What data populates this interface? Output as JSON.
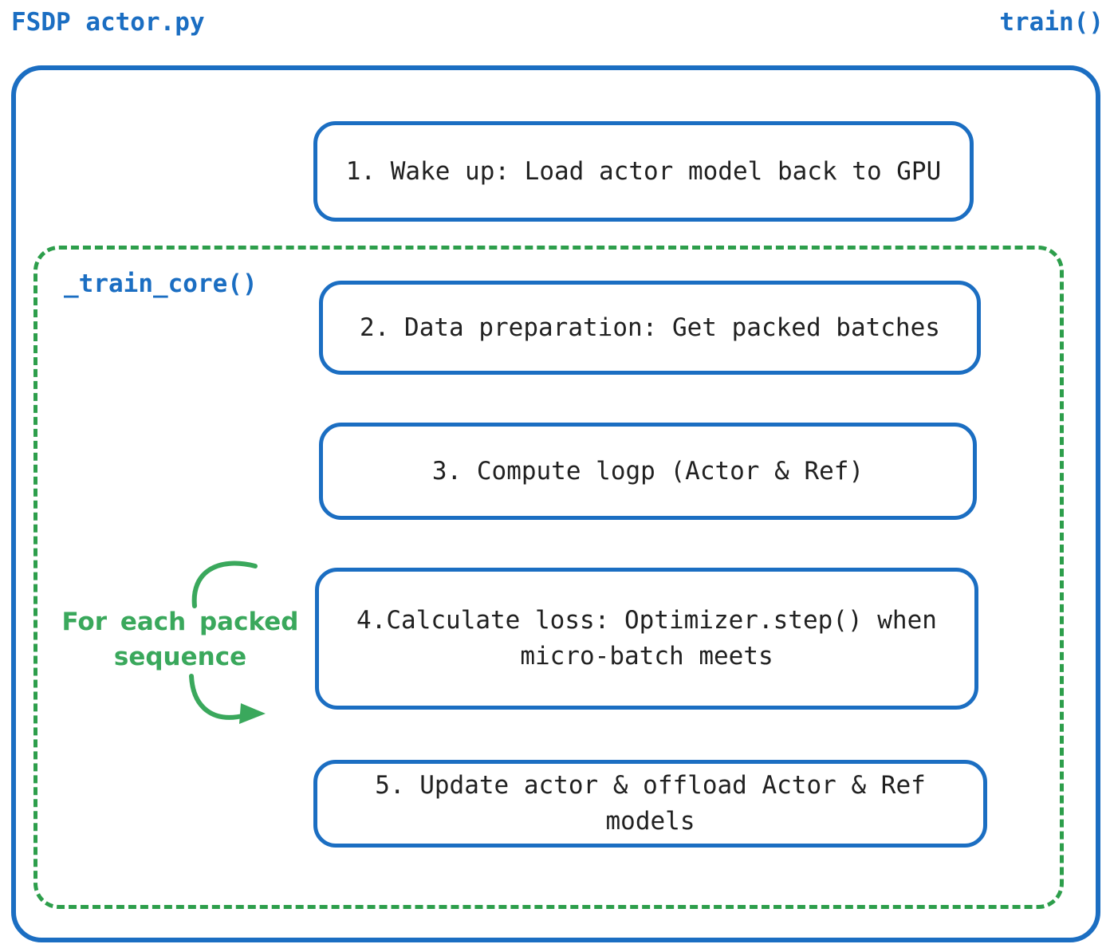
{
  "header": {
    "file_label": "FSDP actor.py",
    "function_label": "train()"
  },
  "train_core": {
    "label": "_train_core()"
  },
  "steps": [
    {
      "text": "1. Wake up: Load actor model back to GPU"
    },
    {
      "text": "2. Data preparation: Get packed batches"
    },
    {
      "text": "3. Compute logp (Actor & Ref)"
    },
    {
      "text": "4.Calculate loss: Optimizer.step() when micro-batch meets"
    },
    {
      "text": "5. Update actor & offload Actor & Ref models"
    }
  ],
  "loop": {
    "label": "For each packed sequence"
  },
  "colors": {
    "blue": "#1b6ec2",
    "green_border": "#2d9e4b",
    "green_label": "#3aa85c",
    "text": "#212121",
    "background": "#ffffff"
  }
}
